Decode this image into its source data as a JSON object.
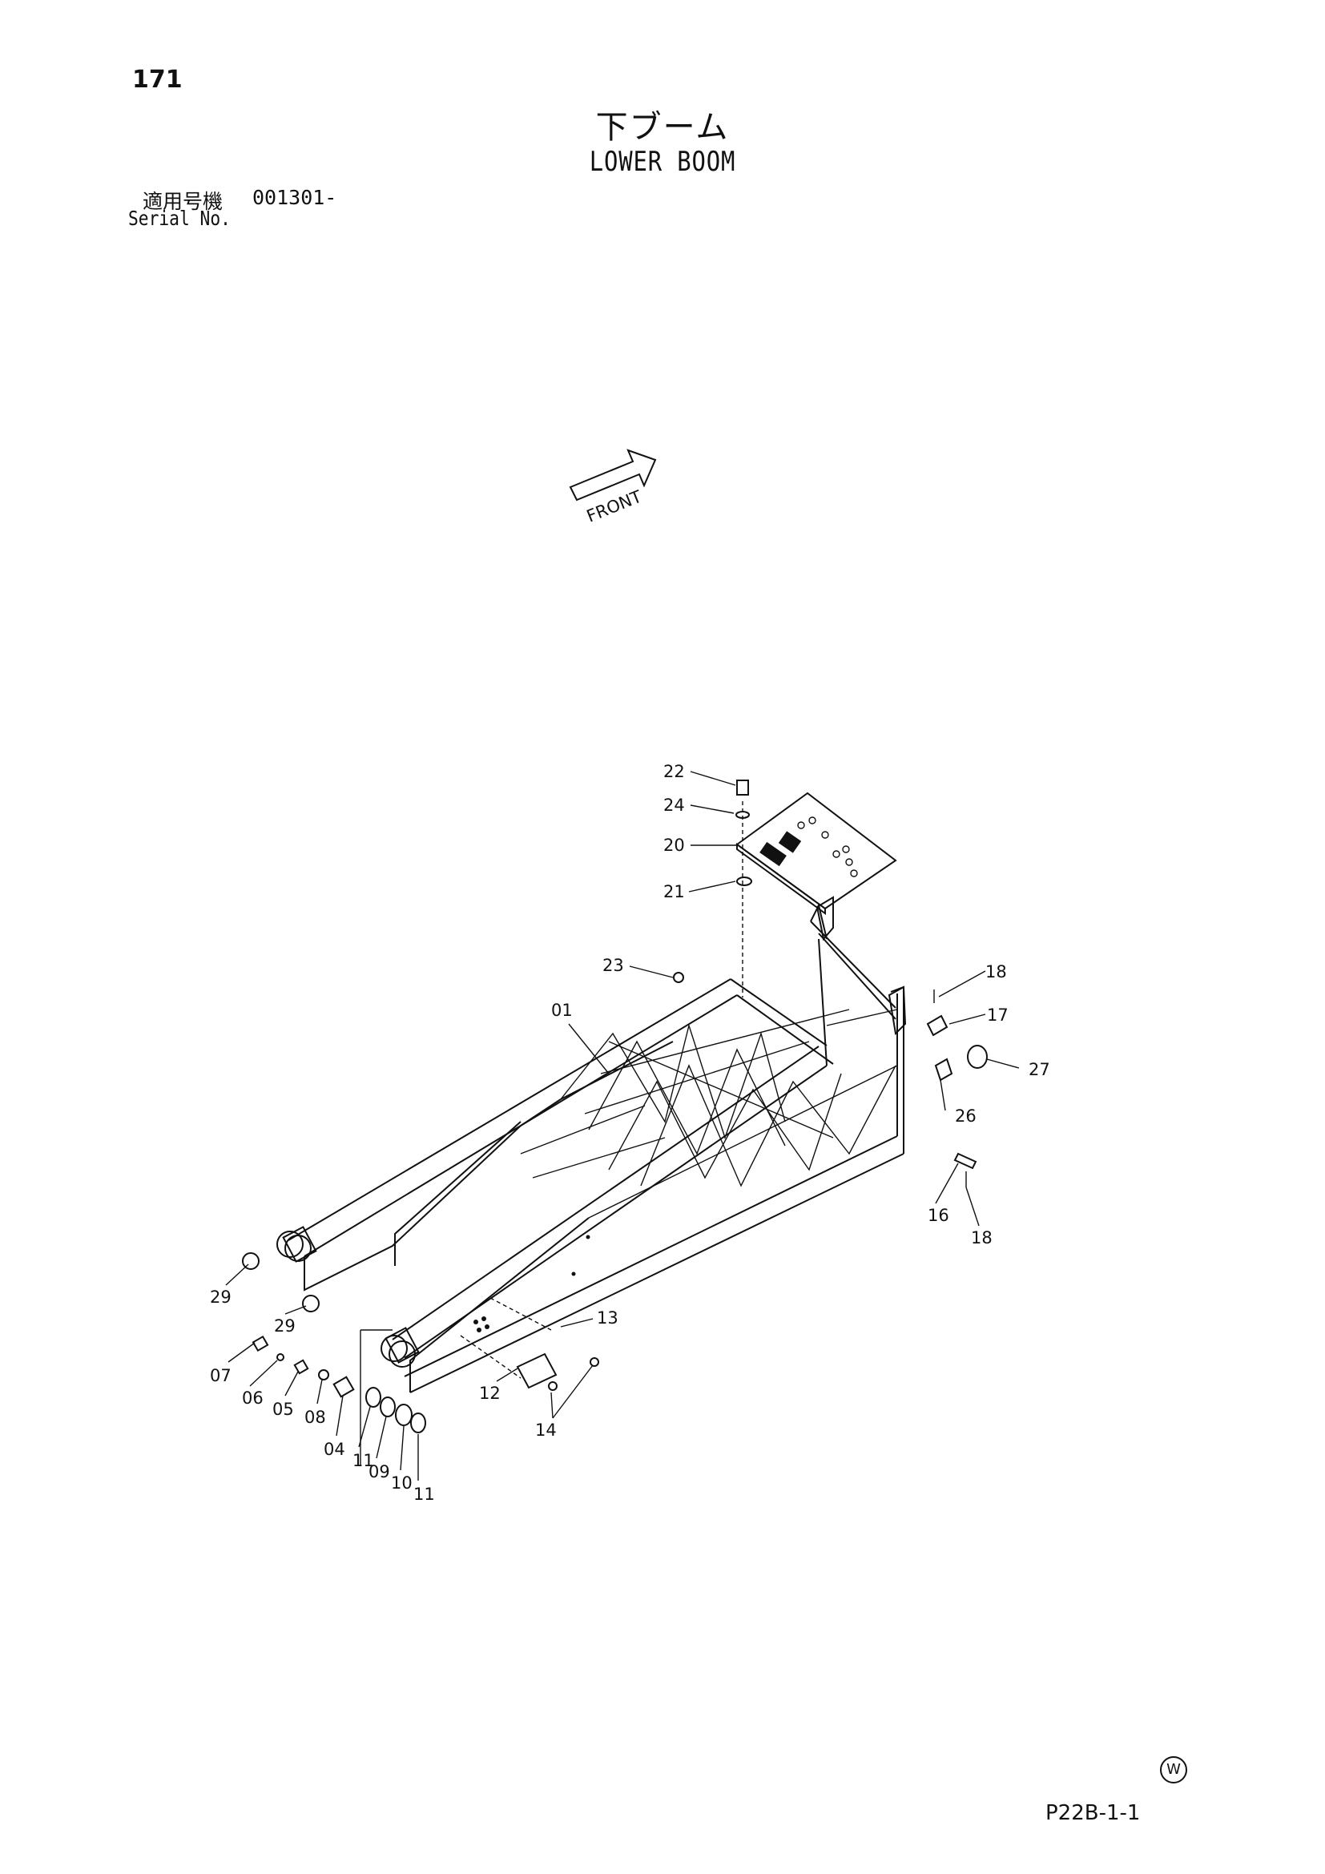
{
  "page": {
    "number": "171",
    "title_jp": "下ブーム",
    "title_en": "LOWER BOOM",
    "serial_label_jp": "適用号機",
    "serial_value": "001301-",
    "serial_label_en": "Serial No.",
    "front_arrow_label": "FRONT",
    "watermark_symbol": "W",
    "drawing_code": "P22B-1-1"
  },
  "callouts": [
    "22",
    "24",
    "20",
    "21",
    "23",
    "01",
    "18",
    "17",
    "27",
    "26",
    "16",
    "18",
    "29",
    "29",
    "13",
    "07",
    "06",
    "05",
    "08",
    "04",
    "11",
    "09",
    "10",
    "11",
    "12",
    "14"
  ]
}
